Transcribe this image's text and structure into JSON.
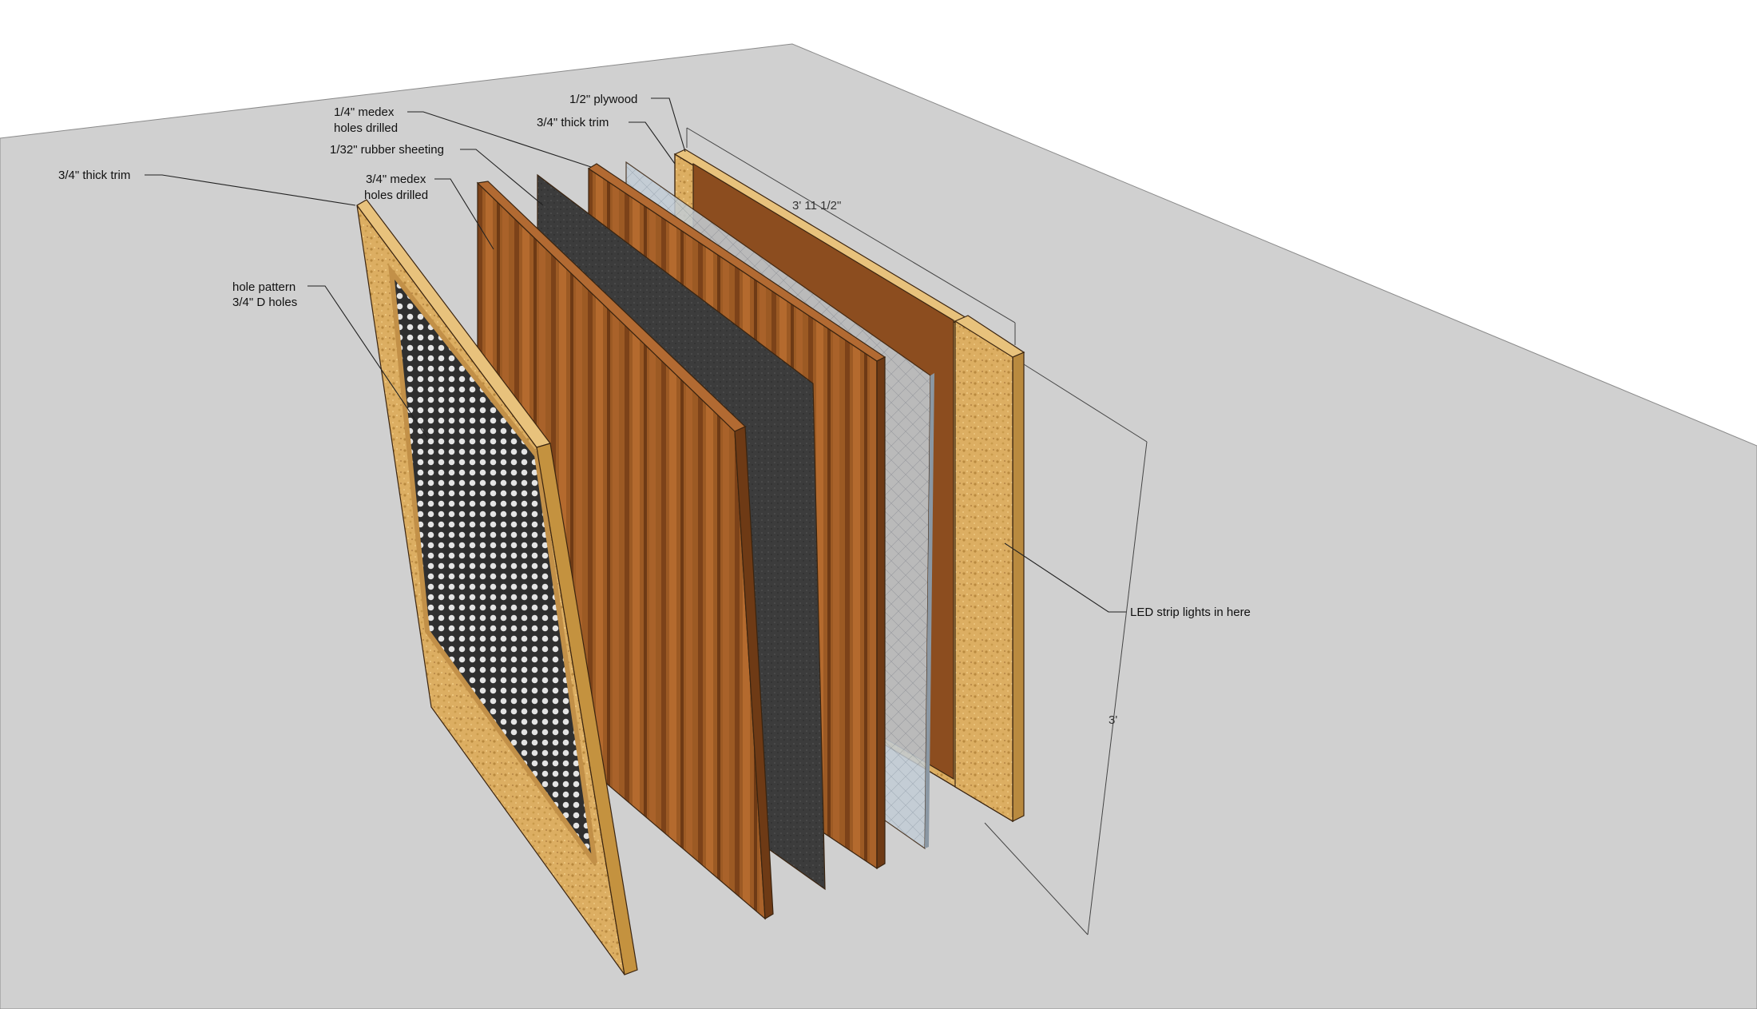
{
  "labels": {
    "half_plywood": "1/2\" plywood",
    "quarter_medex_1": "1/4\" medex",
    "quarter_medex_2": "holes drilled",
    "back_trim": "3/4\" thick trim",
    "rubber": "1/32\" rubber sheeting",
    "front_trim": "3/4\" thick trim",
    "three_q_medex_1": "3/4\" medex",
    "three_q_medex_2": "holes drilled",
    "hole_pattern_1": "hole pattern",
    "hole_pattern_2": "3/4\" D holes",
    "led": "LED strip lights in here"
  },
  "dimensions": {
    "width": "3' 11 1/2\"",
    "height": "3'"
  },
  "colors": {
    "ground": "#d0d0d0",
    "plywood": "#d9ad5f",
    "wood": "#9a5522",
    "rubber": "#3b3b3b",
    "acrylic": "#b9c6d2"
  }
}
